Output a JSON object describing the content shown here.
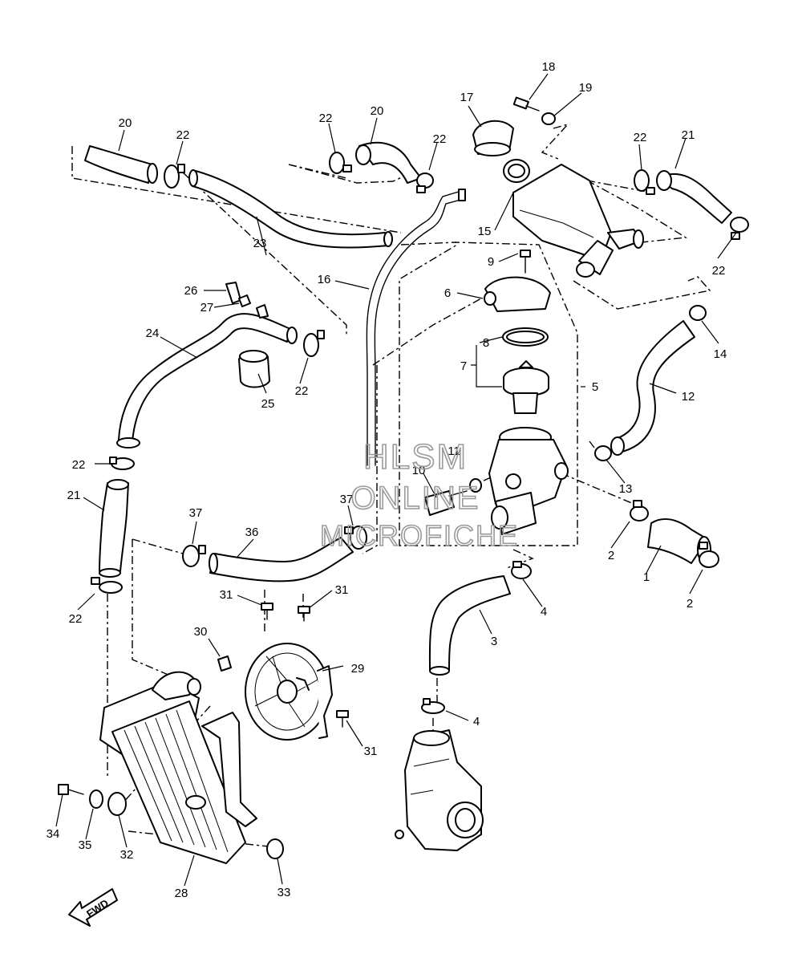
{
  "callouts": [
    {
      "id": "n1",
      "text": "1"
    },
    {
      "id": "n2a",
      "text": "2"
    },
    {
      "id": "n2b",
      "text": "2"
    },
    {
      "id": "n3",
      "text": "3"
    },
    {
      "id": "n4a",
      "text": "4"
    },
    {
      "id": "n4b",
      "text": "4"
    },
    {
      "id": "n5",
      "text": "5"
    },
    {
      "id": "n6",
      "text": "6"
    },
    {
      "id": "n7",
      "text": "7"
    },
    {
      "id": "n8",
      "text": "8"
    },
    {
      "id": "n9",
      "text": "9"
    },
    {
      "id": "n10",
      "text": "10"
    },
    {
      "id": "n11",
      "text": "11"
    },
    {
      "id": "n12",
      "text": "12"
    },
    {
      "id": "n13",
      "text": "13"
    },
    {
      "id": "n14",
      "text": "14"
    },
    {
      "id": "n15",
      "text": "15"
    },
    {
      "id": "n16",
      "text": "16"
    },
    {
      "id": "n17",
      "text": "17"
    },
    {
      "id": "n18",
      "text": "18"
    },
    {
      "id": "n19",
      "text": "19"
    },
    {
      "id": "n20a",
      "text": "20"
    },
    {
      "id": "n20b",
      "text": "20"
    },
    {
      "id": "n21a",
      "text": "21"
    },
    {
      "id": "n21b",
      "text": "21"
    },
    {
      "id": "n22a",
      "text": "22"
    },
    {
      "id": "n22b",
      "text": "22"
    },
    {
      "id": "n22c",
      "text": "22"
    },
    {
      "id": "n22d",
      "text": "22"
    },
    {
      "id": "n22e",
      "text": "22"
    },
    {
      "id": "n22f",
      "text": "22"
    },
    {
      "id": "n22g",
      "text": "22"
    },
    {
      "id": "n22h",
      "text": "22"
    },
    {
      "id": "n23",
      "text": "23"
    },
    {
      "id": "n24",
      "text": "24"
    },
    {
      "id": "n25",
      "text": "25"
    },
    {
      "id": "n26",
      "text": "26"
    },
    {
      "id": "n27",
      "text": "27"
    },
    {
      "id": "n28",
      "text": "28"
    },
    {
      "id": "n29",
      "text": "29"
    },
    {
      "id": "n30",
      "text": "30"
    },
    {
      "id": "n31a",
      "text": "31"
    },
    {
      "id": "n31b",
      "text": "31"
    },
    {
      "id": "n31c",
      "text": "31"
    },
    {
      "id": "n32",
      "text": "32"
    },
    {
      "id": "n33",
      "text": "33"
    },
    {
      "id": "n34",
      "text": "34"
    },
    {
      "id": "n35",
      "text": "35"
    },
    {
      "id": "n36",
      "text": "36"
    },
    {
      "id": "n37a",
      "text": "37"
    },
    {
      "id": "n37b",
      "text": "37"
    }
  ],
  "watermark": {
    "line1": "HLSM",
    "line2": "ONLINE",
    "line3": "MICROFICHE"
  },
  "fwd_label": "FWD"
}
